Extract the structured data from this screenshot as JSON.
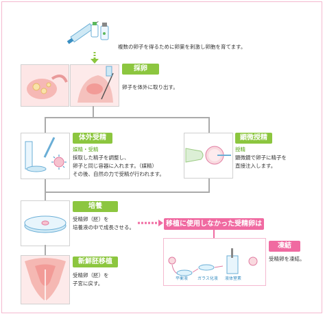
{
  "top": {
    "description": "複数の卵子を得るために卵巣を刺激し卵胞を育てます。"
  },
  "retrieval": {
    "label": "採卵",
    "description": "卵子を体外に取り出す。"
  },
  "ivf": {
    "label": "体外受精",
    "sub_title": "媒精・受精",
    "line1": "採取した精子を調整し、",
    "line2": "卵子と同じ容器に入れます。（媒精）",
    "line3": "その後、自然の力で受精が行われます。"
  },
  "icsi": {
    "label": "顕微授精",
    "sub_title": "授精",
    "line1": "顕微鏡で卵子に精子を",
    "line2": "直接注入します。"
  },
  "culture": {
    "label": "培養",
    "line1": "受精卵（胚）を",
    "line2": "培養液の中で成長させる。"
  },
  "transfer": {
    "label": "新鮮胚移植",
    "line1": "受精卵（胚）を",
    "line2": "子宮に戻す。"
  },
  "unused": {
    "label": "移植に使用しなかった受精卵は"
  },
  "freeze": {
    "label": "凍結",
    "description": "受精卵を凍結。",
    "step1": "平衡液",
    "step2": "ガラス化液",
    "step3": "液体窒素"
  },
  "colors": {
    "green": "#8cc63f",
    "pink": "#f06aa1",
    "line": "#aaaaaa"
  }
}
